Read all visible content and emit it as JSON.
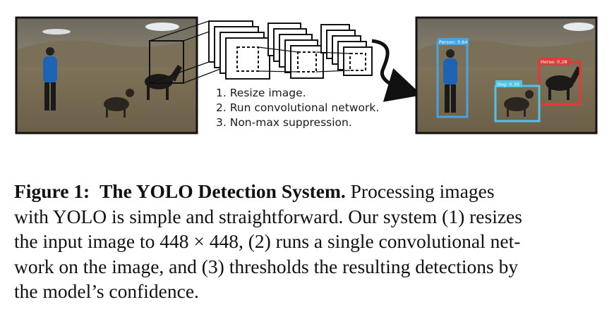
{
  "figure": {
    "steps": [
      {
        "num": "1.",
        "text": "Resize image."
      },
      {
        "num": "2.",
        "text": "Run convolutional network."
      },
      {
        "num": "3.",
        "text": "Non-max suppression."
      }
    ],
    "detections": [
      {
        "label": "Person: 0.64",
        "color": "#4aa3df"
      },
      {
        "label": "Horse: 0.28",
        "color": "#e53935"
      },
      {
        "label": "Dog: 0.30",
        "color": "#4fc3e8"
      }
    ]
  },
  "caption": {
    "label": "Figure 1:",
    "title": "The YOLO Detection System.",
    "line1": "Processing images",
    "line2": "with YOLO is simple and straightforward. Our system (1) resizes",
    "line3": "the input image to 448 × 448, (2) runs a single convolutional net-",
    "line4": "work on the image, and (3) thresholds the resulting detections by",
    "line5": "the model’s confidence."
  }
}
